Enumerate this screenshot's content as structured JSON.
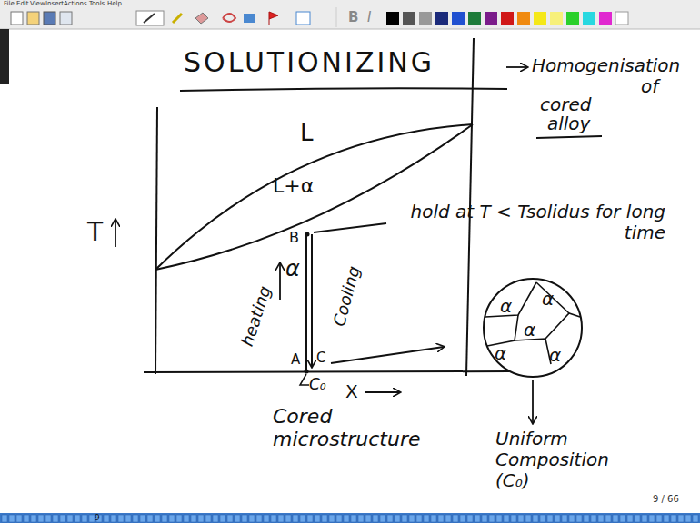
{
  "diagram": {
    "nodes": [
      {
        "text": [
          "α",
          "α",
          "α",
          "α",
          "α"
        ]
      }
    ],
    "labels": [
      "File",
      "Edit",
      "View",
      "Insert",
      "Actions",
      "Tools",
      "Help",
      "B",
      "I",
      "SOLUTIONIZING",
      "Homogenisation",
      "of",
      "cored",
      "alloy",
      "L",
      "L+α",
      "hold at T < Tsolidus for long time",
      "T",
      "B",
      "α",
      "heating",
      "Cooling",
      "A",
      "C",
      "C₀",
      "X",
      "Cored microstructure",
      "Uniform Composition (C₀)",
      "9 / 66",
      "9"
    ]
  }
}
